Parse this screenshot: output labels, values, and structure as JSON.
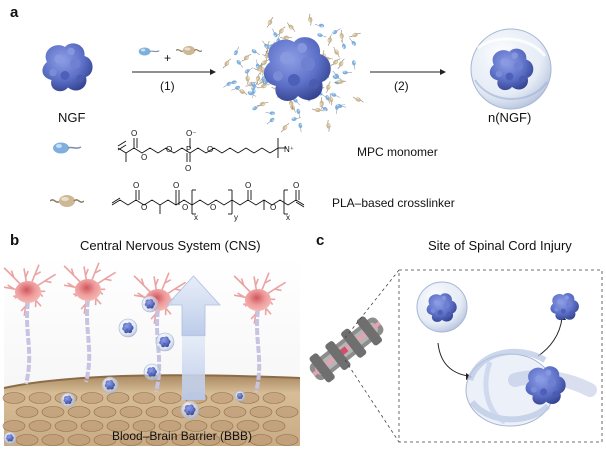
{
  "panels": {
    "a": {
      "letter": "a",
      "ngf_label": "NGF",
      "step1": "(1)",
      "plus": "+",
      "step2": "(2)",
      "product_label": "n(NGF)",
      "mpc_label": "MPC monomer",
      "crosslinker_label": "PLA–based crosslinker",
      "chem": {
        "o": "O",
        "o_minus": "O⁻",
        "p": "P",
        "n_plus": "N⁺",
        "x": "x",
        "y": "y"
      }
    },
    "b": {
      "letter": "b",
      "title": "Central Nervous System (CNS)",
      "barrier_label": "Blood–Brain Barrier (BBB)"
    },
    "c": {
      "letter": "c",
      "title": "Site of Spinal Cord Injury"
    }
  },
  "colors": {
    "protein": "#5b6fc6",
    "protein_dark": "#3f4fa3",
    "shell": "#c9d6ee",
    "neuron": "#e98e8e",
    "axon": "#b9b6d9",
    "bbb": "#c9a981",
    "arrow_blue": "#c7d5ee"
  }
}
